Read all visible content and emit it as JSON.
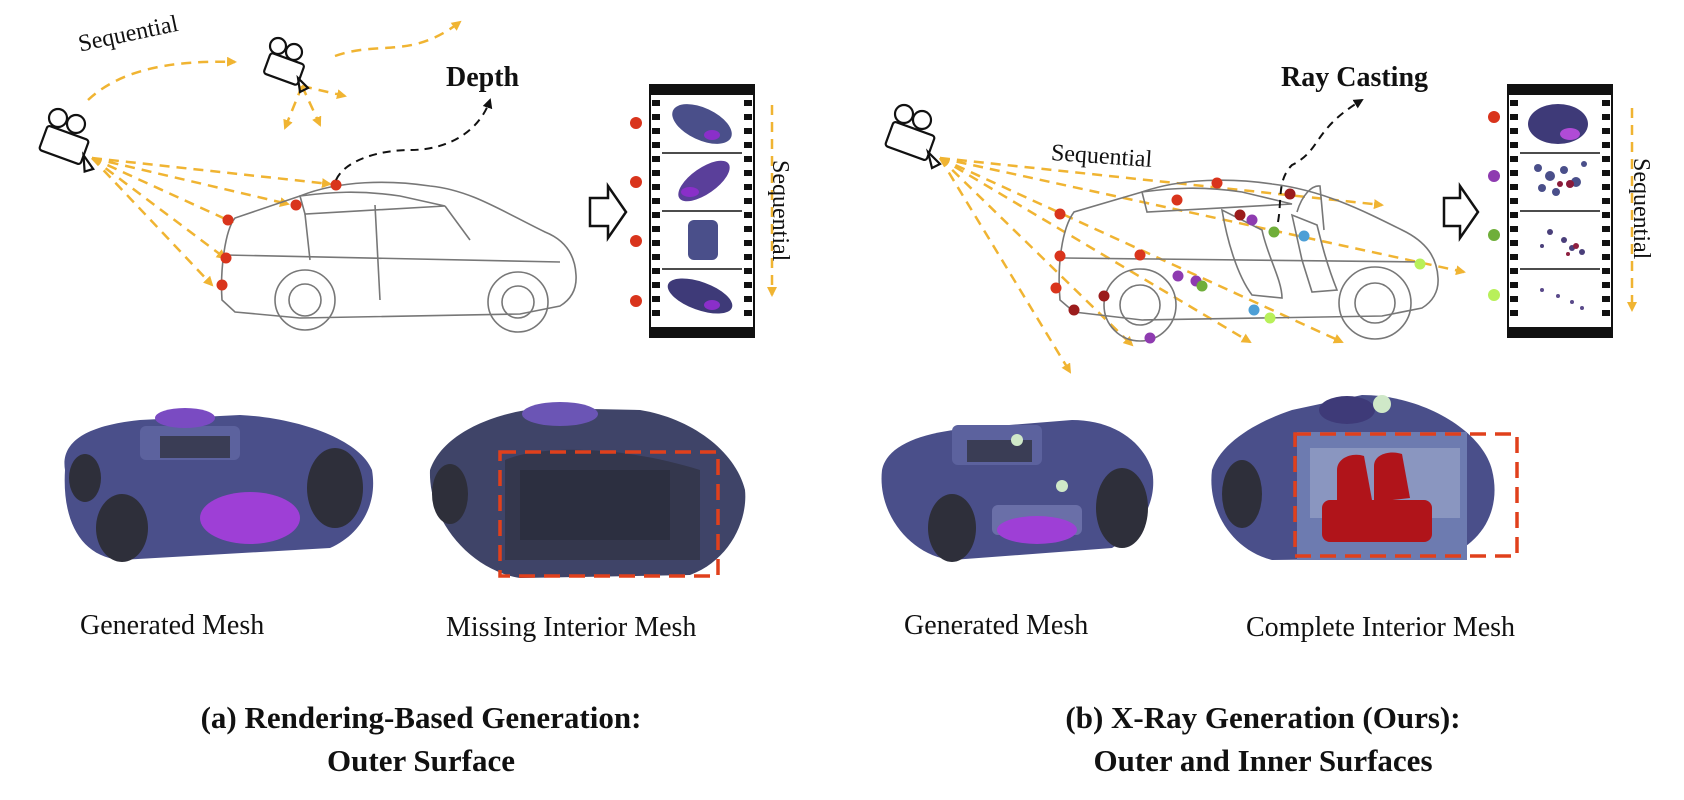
{
  "panel_a": {
    "sequential_top": "Sequential",
    "operation": "Depth",
    "film_sequential": "Sequential",
    "mesh_left_caption": "Generated Mesh",
    "mesh_right_caption": "Missing Interior Mesh",
    "caption_line1": "(a) Rendering-Based Generation:",
    "caption_line2": "Outer Surface"
  },
  "panel_b": {
    "sequential_rays": "Sequential",
    "operation": "Ray Casting",
    "film_sequential": "Sequential",
    "mesh_left_caption": "Generated Mesh",
    "mesh_right_caption": "Complete Interior Mesh",
    "caption_line1": "(b) X-Ray Generation (Ours):",
    "caption_line2": "Outer and Inner Surfaces"
  },
  "colors": {
    "ray": "#f0b432",
    "hit_red": "#d9341c",
    "hit_darkred": "#9b1c1c",
    "hit_purple": "#8e3bb0",
    "hit_green": "#6fae3a",
    "hit_lime": "#b8f05a",
    "hit_blue": "#4d9fd6",
    "box_dash": "#e0401c",
    "mesh_body": "#4a4f8a",
    "mesh_purple": "#8a2fc9",
    "interior_red": "#b0141a"
  },
  "icons": [
    "camera-icon",
    "film-strip-icon",
    "right-arrow-icon"
  ]
}
